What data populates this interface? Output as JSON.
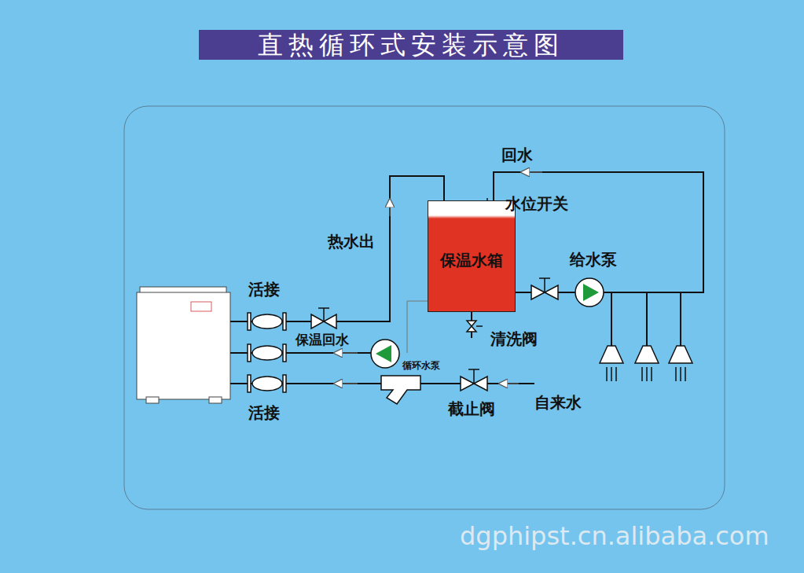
{
  "diagram": {
    "title": "直热循环式安装示意图",
    "nodes": [
      {
        "text": [
          "保温水箱"
        ]
      }
    ],
    "labels": [
      "回水",
      "水位开关",
      "热水出",
      "给水泵",
      "活接",
      "保温回水",
      "清洗阀",
      "循环水泵",
      "截止阀",
      "自来水",
      "活接",
      "dgphipst.cn.alibaba.com"
    ]
  }
}
